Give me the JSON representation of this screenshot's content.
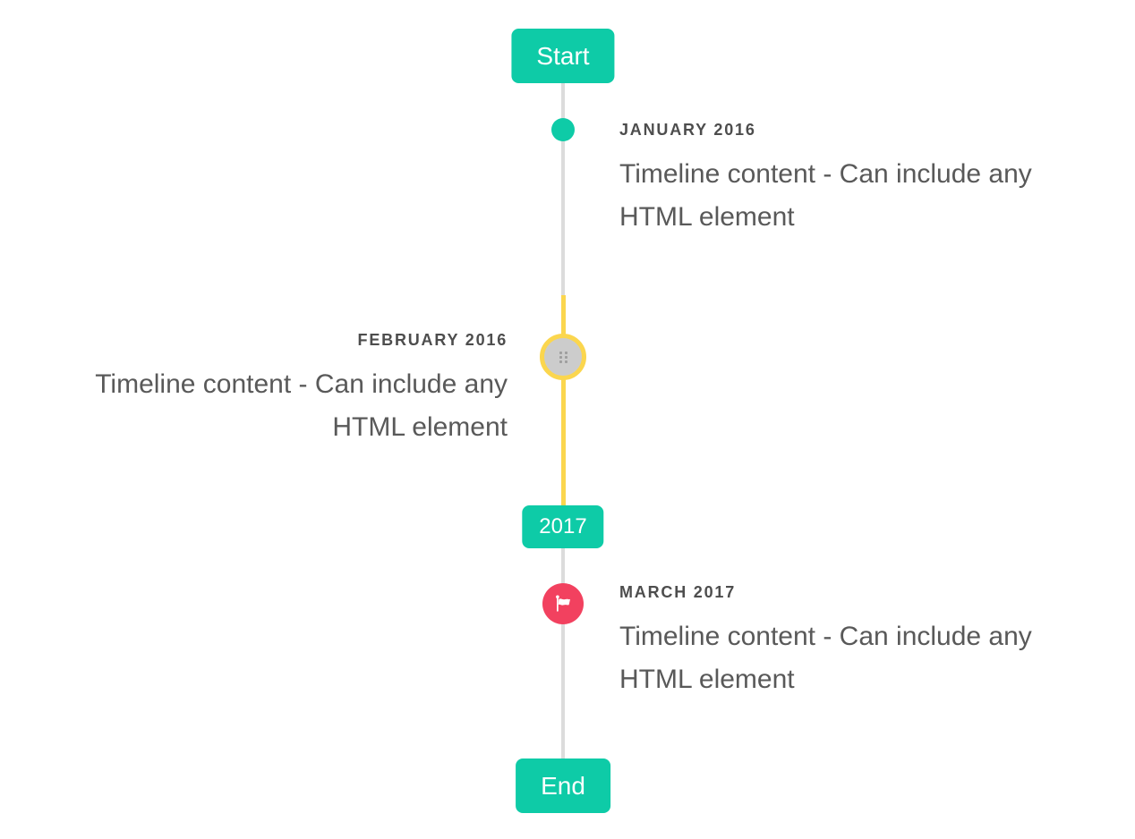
{
  "timeline": {
    "start_label": "Start",
    "year_badge_label": "2017",
    "end_label": "End",
    "entries": [
      {
        "title": "JANUARY 2016",
        "content": "Timeline content - Can include any HTML element",
        "side": "right",
        "marker": "teal-dot"
      },
      {
        "title": "FEBRUARY 2016",
        "content": "Timeline content - Can include any HTML element",
        "side": "left",
        "marker": "drag-handle-active"
      },
      {
        "title": "MARCH 2017",
        "content": "Timeline content - Can include any HTML element",
        "side": "right",
        "marker": "flag"
      }
    ]
  },
  "colors": {
    "accent_teal": "#0ecba7",
    "highlight_yellow": "#fbd64e",
    "line_gray": "#dcdcdc",
    "handle_gray": "#cccccc",
    "handle_dot_gray": "#9e9e9e",
    "flag_pink": "#f2415f",
    "title_text": "#4d4d4d",
    "body_text": "#595959"
  }
}
